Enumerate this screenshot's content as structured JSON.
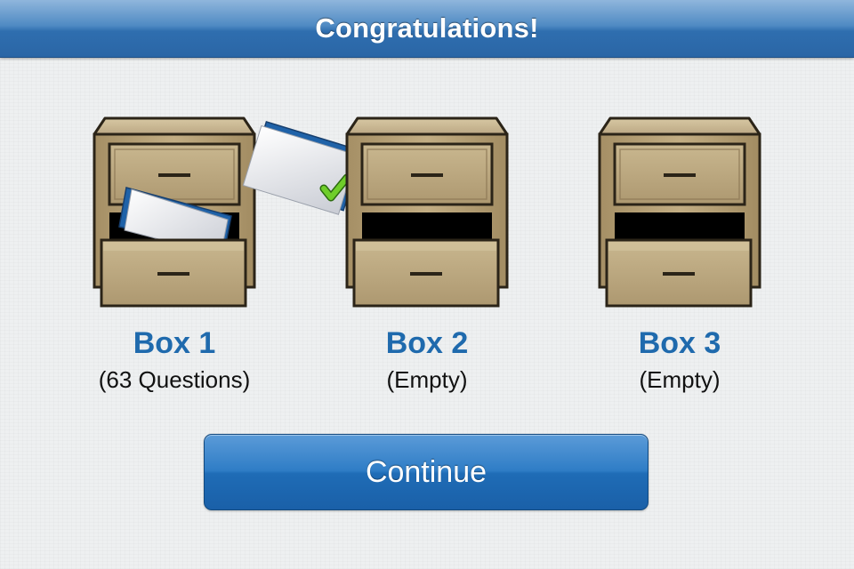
{
  "header": {
    "title": "Congratulations!"
  },
  "boxes": [
    {
      "title": "Box 1",
      "subtitle": "(63 Questions)",
      "icon": "file-cabinet-with-cards-icon"
    },
    {
      "title": "Box 2",
      "subtitle": "(Empty)",
      "icon": "file-cabinet-icon"
    },
    {
      "title": "Box 3",
      "subtitle": "(Empty)",
      "icon": "file-cabinet-icon"
    }
  ],
  "flying_card": {
    "icon": "card-checkmark-icon"
  },
  "continue_button": {
    "label": "Continue"
  },
  "colors": {
    "header_blue": "#2f6eaf",
    "title_blue": "#1f6aad",
    "button_blue": "#2f7dc6",
    "cabinet_wood": "#b39d72",
    "check_green": "#6fce2a"
  }
}
